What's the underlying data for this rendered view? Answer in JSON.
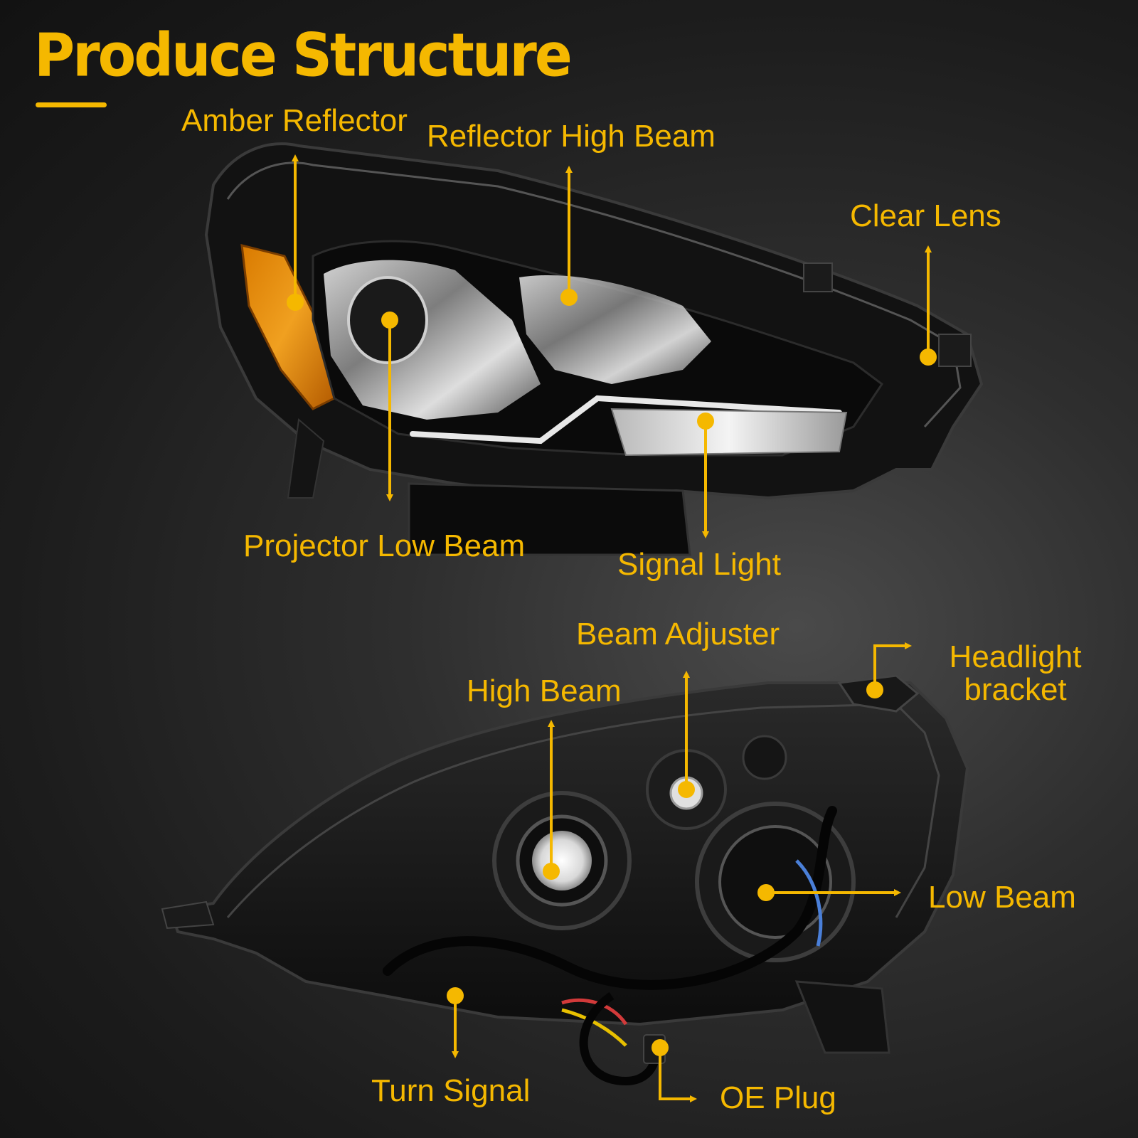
{
  "page": {
    "title": "Produce Structure",
    "accent_color": "#f5b800",
    "background_color": "#2b2b2b"
  },
  "front_view": {
    "labels": [
      "Amber Reflector",
      "Reflector High Beam",
      "Clear Lens",
      "Projector Low Beam",
      "Signal Light"
    ]
  },
  "rear_view": {
    "labels": [
      "Beam Adjuster",
      "Headlight bracket",
      "High Beam",
      "Low Beam",
      "Turn Signal",
      "OE Plug"
    ]
  }
}
